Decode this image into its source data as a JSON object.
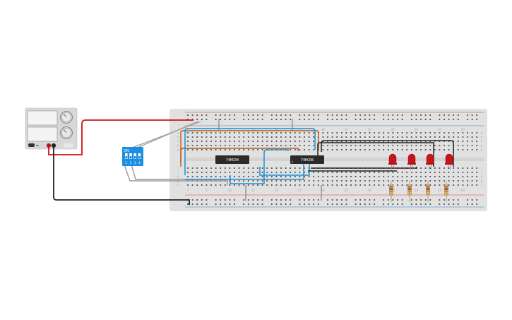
{
  "colors": {
    "breadboard": "#e1e1e1",
    "hole": "#4a4a4a",
    "rail_red": "#d33a3a",
    "rail_blue": "#3c78c8",
    "wire_red": "#d01010",
    "wire_black": "#222222",
    "wire_gray": "#9a9a9a",
    "wire_blue": "#1f8fd0",
    "wire_orange": "#b55a20",
    "chip": "#2b2b2b",
    "led": "#c8151b",
    "dip_switch": "#1e8fe0",
    "psu_body": "#d8d8d8"
  },
  "breadboard": {
    "column_numbers": [
      "1",
      "5",
      "10",
      "15",
      "20",
      "25",
      "30",
      "35",
      "40",
      "45",
      "50",
      "55",
      "60"
    ],
    "row_letters_top": [
      "a",
      "b",
      "c",
      "d",
      "e"
    ],
    "row_letters_bottom": [
      "f",
      "g",
      "h",
      "i",
      "j"
    ]
  },
  "chips": [
    {
      "label": "74HC04"
    },
    {
      "label": "74HC08"
    }
  ],
  "dip_switch": {
    "on_label": "ON",
    "numbers": [
      "1",
      "2",
      "3",
      "4"
    ]
  },
  "leds": [
    "led-1",
    "led-2",
    "led-3",
    "led-4"
  ],
  "resistors": [
    "resistor-1",
    "resistor-2",
    "resistor-3",
    "resistor-4"
  ],
  "power_supply": {
    "icons": [
      "voltage-knob-icon",
      "current-knob-icon",
      "power-switch-icon"
    ]
  }
}
